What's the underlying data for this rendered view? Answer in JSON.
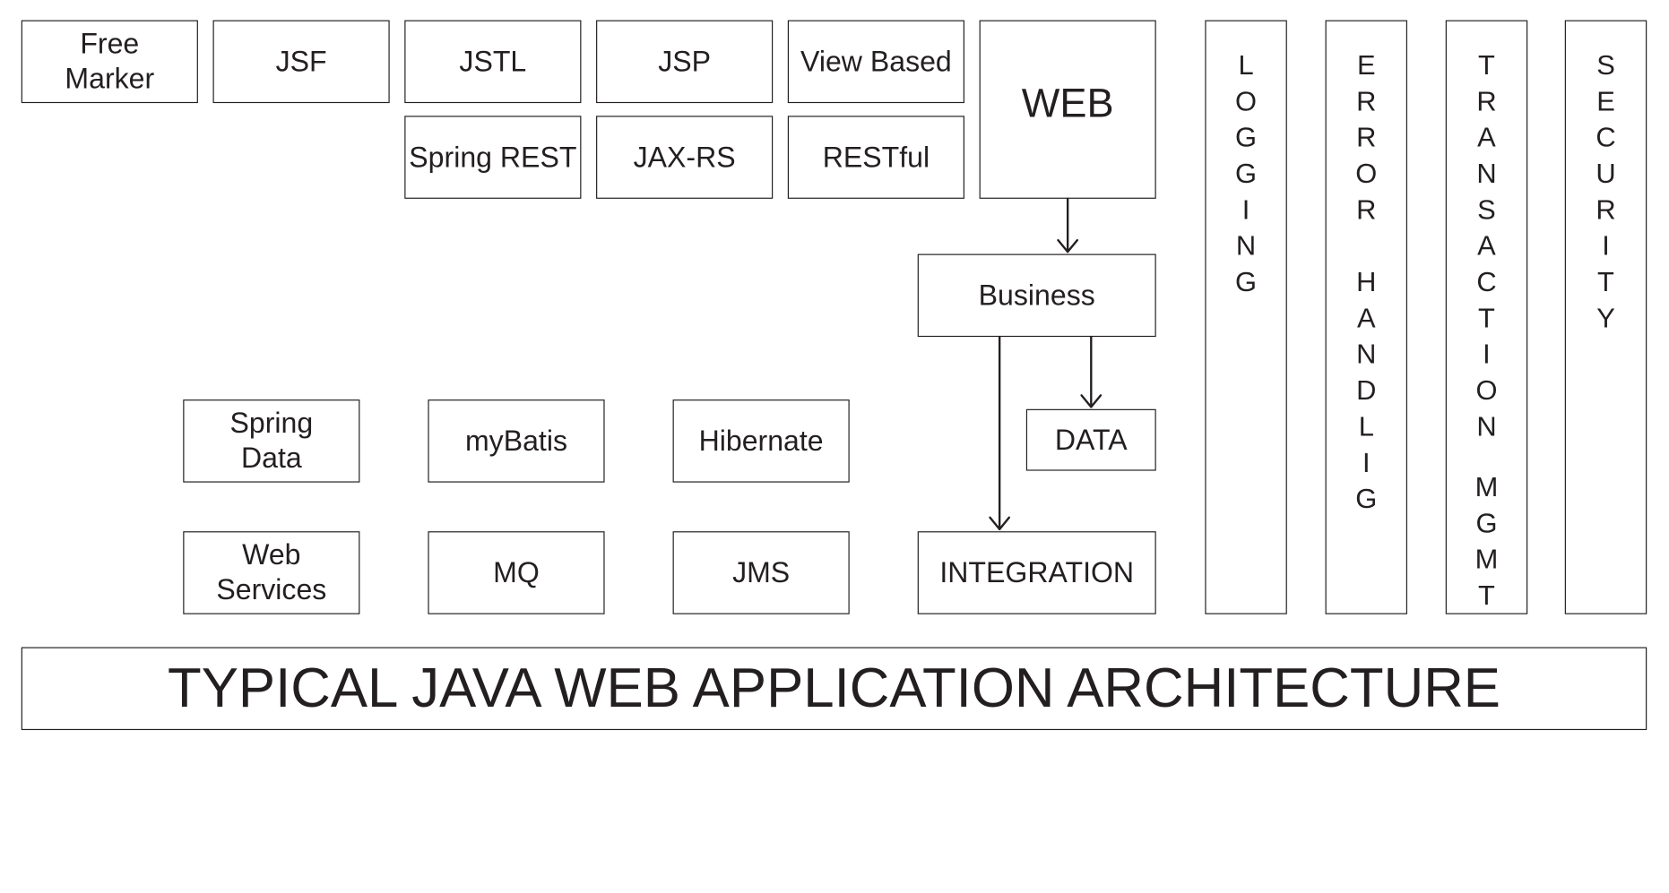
{
  "presentation": {
    "row1": [
      "Free\nMarker",
      "JSF",
      "JSTL",
      "JSP",
      "View Based"
    ],
    "row2": [
      "Spring REST",
      "JAX-RS",
      "RESTful"
    ],
    "web": "WEB",
    "business": "Business",
    "data": "DATA",
    "integration": "INTEGRATION",
    "persistence": [
      "Spring\nData",
      "myBatis",
      "Hibernate"
    ],
    "messaging": [
      "Web\nServices",
      "MQ",
      "JMS"
    ]
  },
  "cross_cutting": [
    {
      "label": "LOGGING",
      "letters": [
        "L",
        "O",
        "G",
        "G",
        "I",
        "N",
        "G"
      ]
    },
    {
      "label": "ERROR HANDLIG",
      "letters": [
        "E",
        "R",
        "R",
        "O",
        "R",
        "",
        "H",
        "A",
        "N",
        "D",
        "L",
        "I",
        "G"
      ]
    },
    {
      "label": "TRANSACTION MGMT",
      "letters": [
        "T",
        "R",
        "A",
        "N",
        "S",
        "A",
        "C",
        "T",
        "I",
        "O",
        "N",
        "",
        "M",
        "G",
        "M",
        "T"
      ]
    },
    {
      "label": "SECURITY",
      "letters": [
        "S",
        "E",
        "C",
        "U",
        "R",
        "I",
        "T",
        "Y"
      ]
    }
  ],
  "title": "TYPICAL JAVA WEB APPLICATION ARCHITECTURE",
  "colors": {
    "stroke": "#231f20",
    "background": "#ffffff"
  }
}
